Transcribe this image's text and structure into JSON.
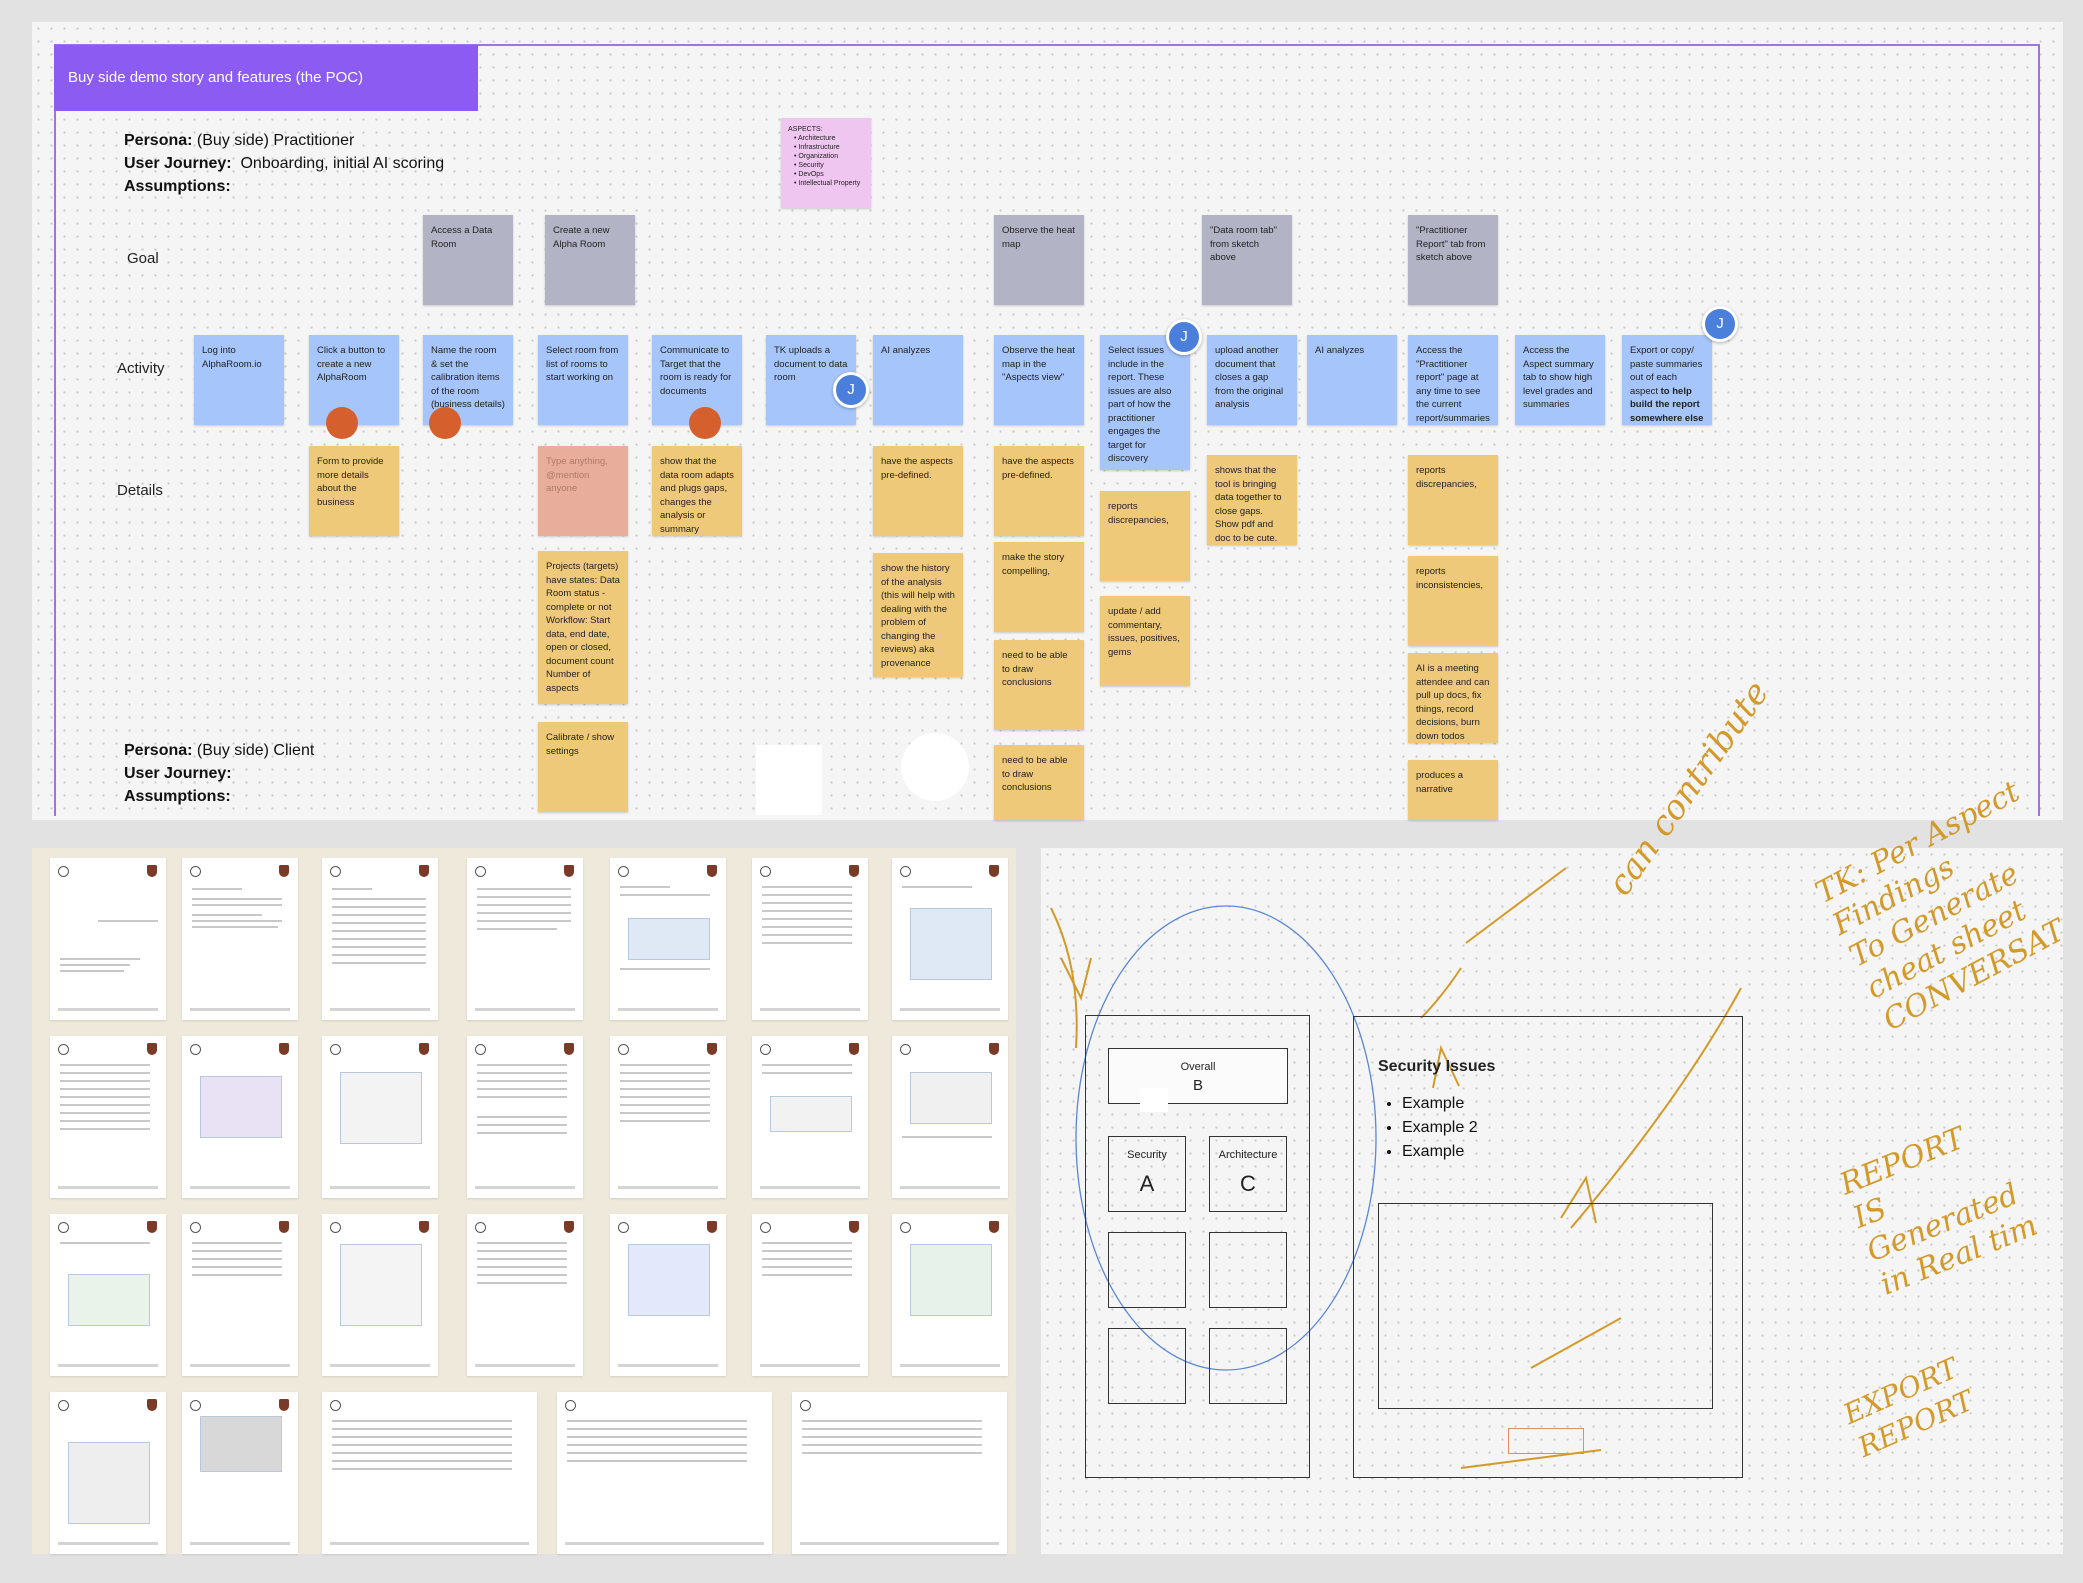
{
  "frame_title": "Buy side demo story and features (the POC)",
  "persona1": {
    "persona_label": "Persona:",
    "persona_value": "(Buy side) Practitioner",
    "journey_label": "User Journey:",
    "journey_value": "Onboarding, initial AI scoring",
    "assumptions_label": "Assumptions:"
  },
  "persona2": {
    "persona_label": "Persona:",
    "persona_value": "(Buy side) Client",
    "journey_label": "User Journey:",
    "assumptions_label": "Assumptions:"
  },
  "row_labels": {
    "goal": "Goal",
    "activity": "Activity",
    "details": "Details"
  },
  "aspects": {
    "title": "ASPECTS:",
    "items": [
      "Architecture",
      "Infrastructure",
      "Organization",
      "Security",
      "DevOps",
      "Intellectual Property"
    ]
  },
  "goals": [
    "Access a Data Room",
    "Create a new Alpha Room",
    "Observe the heat map",
    "\"Data room tab\" from sketch above",
    "\"Practitioner Report\" tab from sketch above"
  ],
  "activities": [
    "Log into AlphaRoom.io",
    "Click a button to create a new AlphaRoom",
    "Name the room & set the calibration items of the room (business details)",
    "Select room from list of rooms to start working on",
    "Communicate to Target that the room is ready for documents",
    "TK uploads a document to data room",
    "AI analyzes",
    "Observe the heat map in the \"Aspects view\"",
    "Select issues include in the report.  These issues are also part of how the practitioner engages the target for discovery",
    "upload another document that closes a gap from the original analysis",
    "AI analyzes",
    "Access the \"Practitioner report\" page at any time to see the current report/summaries",
    "Access the Aspect summary tab to show high level grades and summaries"
  ],
  "activity_export": {
    "plain": "Export or copy/ paste summaries out of each aspect ",
    "bold": "to help build the report somewhere else"
  },
  "details": [
    "Form to provide more details about the business",
    "Type anything, @mention anyone",
    "show that the data room adapts and plugs gaps, changes the analysis or summary",
    "have the aspects pre-defined.",
    "have the aspects pre-defined.",
    "reports discrepancies,",
    "shows that the tool is bringing data together to close gaps.  Show pdf and doc to be cute.",
    "reports discrepancies,",
    "Projects (targets) have states: Data Room status - complete or not Workflow: Start data, end date, open or closed, document count Number of aspects",
    "show the history of the analysis (this will help with dealing with the problem of changing the reviews) aka provenance",
    "make the story compelling,",
    "update / add commentary, issues, positives, gems",
    "reports inconsistencies,",
    "need to be able to draw conclusions",
    "AI is a meeting attendee and can pull up docs, fix things, record decisions, burn down todos",
    "Calibrate / show settings",
    "need to be able to draw conclusions",
    "produces a narrative"
  ],
  "avatar_initial": "J",
  "sketch": {
    "overall_label": "Overall",
    "overall_grade": "B",
    "tile1_label": "Security",
    "tile1_grade": "A",
    "tile2_label": "Architecture",
    "tile2_grade": "C",
    "panel_title": "Security Issues",
    "bullets": [
      "Example",
      "Example 2",
      "Example"
    ],
    "hand1": "can contribute",
    "hand2": [
      "TK: Per Aspect",
      "Findings",
      "To Generate",
      "cheat sheet",
      "CONVERSAT"
    ],
    "hand3": [
      "REPORT",
      "IS",
      "Generated",
      "in Real tim"
    ],
    "hand4": [
      "EXPORT",
      "REPORT"
    ]
  },
  "colors": {
    "frame_header": "#8c5bf2",
    "goal": "#b2b4c6",
    "activity": "#a6c5fb",
    "detail": "#efc97a",
    "marker": "#d65f2e",
    "avatar": "#4b7fdc",
    "pen": "#d39a2a"
  }
}
